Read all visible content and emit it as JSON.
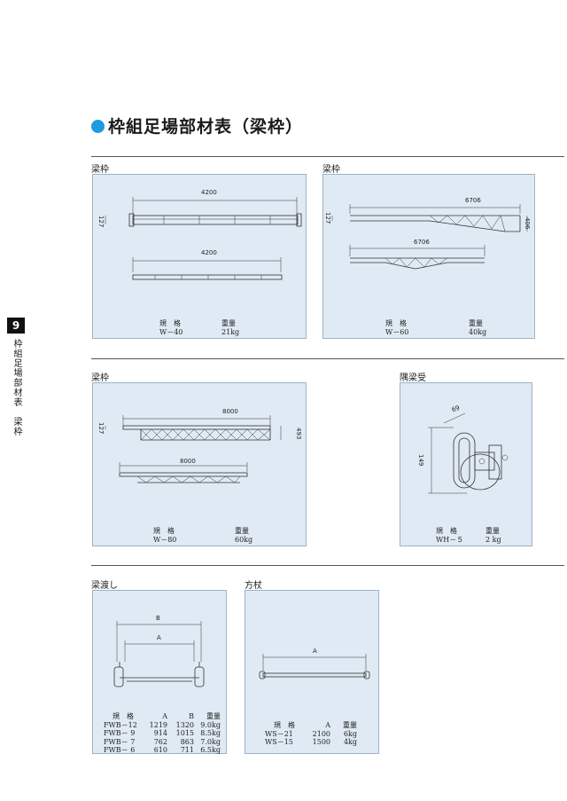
{
  "title": "枠組足場部材表（梁枠）",
  "side_tab": {
    "number": "9",
    "text": "枠組足場部材表　梁枠"
  },
  "sections": {
    "beam1": {
      "label": "梁枠",
      "dims": {
        "top_length": "4200",
        "height": "127",
        "bottom_length": "4200"
      },
      "spec": {
        "col1_header": "規　格",
        "col2_header": "重量",
        "model": "W－40",
        "weight": "21kg"
      }
    },
    "beam2": {
      "label": "梁枠",
      "dims": {
        "top_length": "6706",
        "height": "127",
        "depth": "406",
        "bottom_length": "6706"
      },
      "spec": {
        "col1_header": "規　格",
        "col2_header": "重量",
        "model": "W－60",
        "weight": "40kg"
      }
    },
    "beam3": {
      "label": "梁枠",
      "dims": {
        "top_length": "8000",
        "height": "127",
        "depth": "493",
        "bottom_length": "8000"
      },
      "spec": {
        "col1_header": "規　格",
        "col2_header": "重量",
        "model": "W－80",
        "weight": "60kg"
      }
    },
    "corner": {
      "label": "隅梁受",
      "dims": {
        "width": "69",
        "height": "149"
      },
      "spec": {
        "col1_header": "規　格",
        "col2_header": "重量",
        "model": "WH－５",
        "weight": "2 kg"
      }
    },
    "bridge": {
      "label": "梁渡し",
      "dims": {
        "outer": "B",
        "inner": "A"
      },
      "table": {
        "headers": [
          "規　格",
          "A",
          "B",
          "重量"
        ],
        "rows": [
          [
            "FWB－12",
            "1219",
            "1320",
            "9.0kg"
          ],
          [
            "FWB－ 9",
            "914",
            "1015",
            "8.5kg"
          ],
          [
            "FWB－ 7",
            "762",
            "863",
            "7.0kg"
          ],
          [
            "FWB－ 6",
            "610",
            "711",
            "6.5kg"
          ]
        ]
      }
    },
    "rod": {
      "label": "方杖",
      "dims": {
        "length": "A"
      },
      "table": {
        "headers": [
          "規　格",
          "A",
          "重量"
        ],
        "rows": [
          [
            "WS－21",
            "2100",
            "6kg"
          ],
          [
            "WS－15",
            "1500",
            "4kg"
          ]
        ]
      }
    }
  },
  "colors": {
    "accent_dot": "#1f9be0",
    "panel_bg": "#dfeaf4",
    "tab_bg": "#111111"
  }
}
